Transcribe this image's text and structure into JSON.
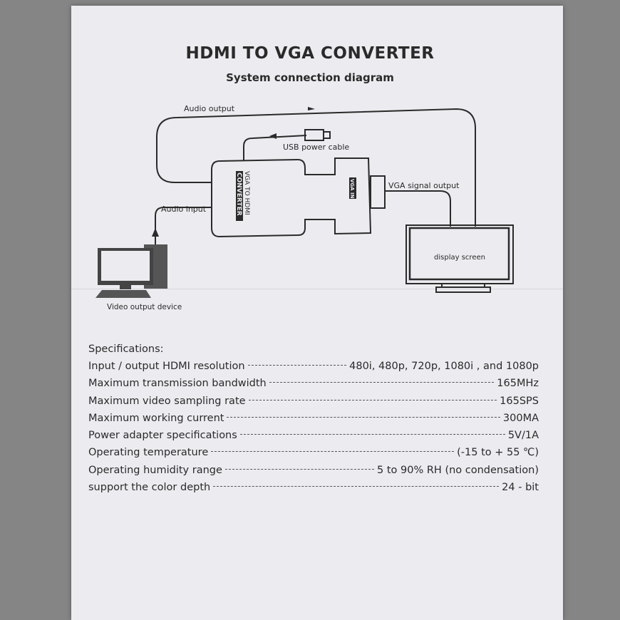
{
  "document": {
    "title": "HDMI TO VGA CONVERTER",
    "subtitle": "System connection diagram"
  },
  "diagram": {
    "audio_output": "Audio output",
    "usb_power_cable": "USB power cable",
    "vga_signal_output": "VGA signal output",
    "audio_input": "Audio input",
    "device_label_line1": "VGA TO HDMI",
    "device_label_line2": "CONVERTER",
    "port_label": "VGA IN",
    "display_screen": "display screen",
    "video_output_device": "Video output device"
  },
  "specs": {
    "heading": "Specifications:",
    "rows": [
      {
        "label": "Input / output HDMI resolution",
        "value": "480i, 480p, 720p, 1080i , and 1080p"
      },
      {
        "label": "Maximum transmission bandwidth",
        "value": "165MHz"
      },
      {
        "label": "Maximum video sampling rate",
        "value": "165SPS"
      },
      {
        "label": "Maximum working current",
        "value": "300MA"
      },
      {
        "label": "Power adapter specifications",
        "value": "5V/1A"
      },
      {
        "label": "Operating temperature",
        "value": "(-15 to + 55 ℃)"
      },
      {
        "label": "Operating humidity range",
        "value": "5 to 90% RH (no condensation)"
      },
      {
        "label": "support the color depth",
        "value": "24 - bit"
      }
    ]
  }
}
